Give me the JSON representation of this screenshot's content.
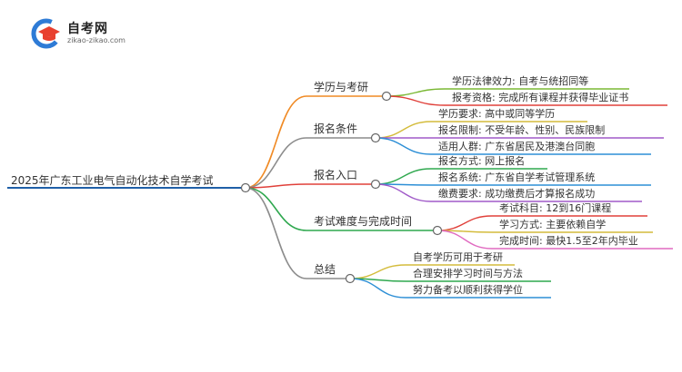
{
  "brand": {
    "name": "自考网",
    "url": "zikao-zikao.com",
    "colors": {
      "blue": "#2e7bd6",
      "red": "#e8402f"
    }
  },
  "root": {
    "label": "2025年广东工业电气自动化技术自学考试",
    "color": "#1f5fa8"
  },
  "branches": [
    {
      "label": "学历与考研",
      "color": "#f08a24",
      "children": [
        {
          "label": "学历法律效力: 自考与统招同等",
          "color": "#7ab834"
        },
        {
          "label": "报考资格: 完成所有课程并获得毕业证书",
          "color": "#e0403a"
        }
      ]
    },
    {
      "label": "报名条件",
      "color": "#8c8c8c",
      "children": [
        {
          "label": "学历要求: 高中或同等学历",
          "color": "#d4bc3c"
        },
        {
          "label": "报名限制: 不受年龄、性别、民族限制",
          "color": "#a05ac8"
        },
        {
          "label": "适用人群: 广东省居民及港澳台同胞",
          "color": "#2d8fd6"
        }
      ]
    },
    {
      "label": "报名入口",
      "color": "#e0403a",
      "children": [
        {
          "label": "报名方式: 网上报名",
          "color": "#2fa84f"
        },
        {
          "label": "报名系统: 广东省自学考试管理系统",
          "color": "#2d8fd6"
        },
        {
          "label": "缴费要求: 成功缴费后才算报名成功",
          "color": "#a05ac8"
        }
      ]
    },
    {
      "label": "考试难度与完成时间",
      "color": "#2fa84f",
      "children": [
        {
          "label": "考试科目: 12到16门课程",
          "color": "#e0403a"
        },
        {
          "label": "学习方式: 主要依赖自学",
          "color": "#d4bc3c"
        },
        {
          "label": "完成时间: 最快1.5至2年内毕业",
          "color": "#e06ac0"
        }
      ]
    },
    {
      "label": "总结",
      "color": "#8c8c8c",
      "children": [
        {
          "label": "自考学历可用于考研",
          "color": "#d4bc3c"
        },
        {
          "label": "合理安排学习时间与方法",
          "color": "#2fa84f"
        },
        {
          "label": "努力备考以顺利获得学位",
          "color": "#2d8fd6"
        }
      ]
    }
  ]
}
